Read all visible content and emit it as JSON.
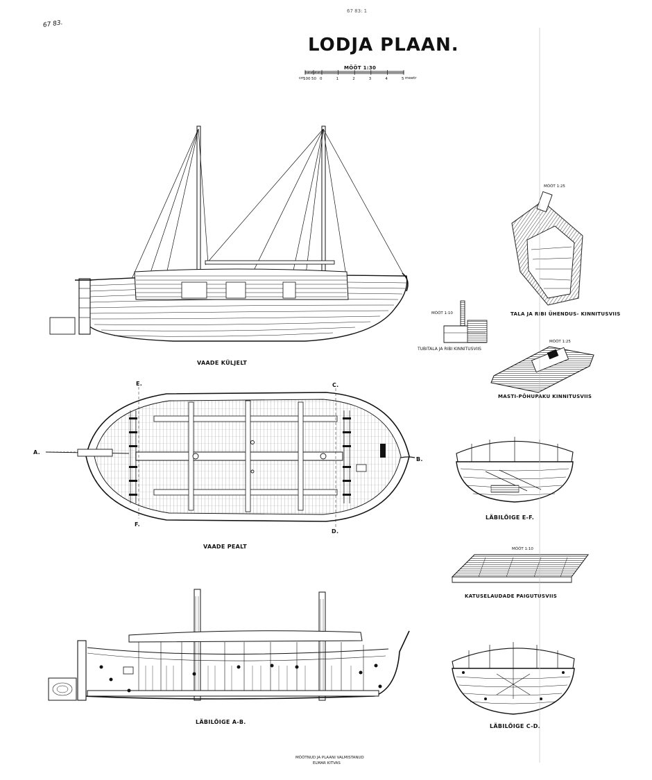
{
  "header": {
    "corner_note": "67 83.",
    "archive_stamp": "67 83: 1",
    "title": "LODJA PLAAN.",
    "scale_label": "MÕÕT 1:30",
    "scale_left": "cm",
    "scale_right": "meetr",
    "scale_ticks": [
      "100",
      "50",
      "0",
      "1",
      "2",
      "3",
      "4",
      "5"
    ]
  },
  "views": {
    "side_view": "VAADE KÜLJELT",
    "top_view": "VAADE PEALT",
    "section_ab": "LÄBILÕIGE A-B.",
    "section_ef": "LÄBILÕIGE E-F.",
    "section_cd": "LÄBILÕIGE C-D."
  },
  "section_markers": {
    "a": "A.",
    "b": "B.",
    "c": "C.",
    "d": "D.",
    "e": "E.",
    "f": "F."
  },
  "details": {
    "tubitala_scale": "MÕÕT 1:10",
    "tubitala_caption": "TUBITALA JA RIBI KINNITUSVIIS",
    "tala_scale": "MÕÕT 1:25",
    "tala_caption": "TALA JA RIBI ÜHENDUS- KINNITUSVIIS",
    "masti_scale": "MÕÕT 1:25",
    "masti_caption": "MASTI-PÕHUPAKU KINNITUSVIIS",
    "katuse_scale": "MÕÕT 1:10",
    "katuse_caption": "KATUSELAUDADE PAIGUTUSVIIS"
  },
  "footer": {
    "line1": "MÕÕTNUD JA PLAANI VALMISTANUD",
    "line2": "ELMAR KITVAS"
  }
}
